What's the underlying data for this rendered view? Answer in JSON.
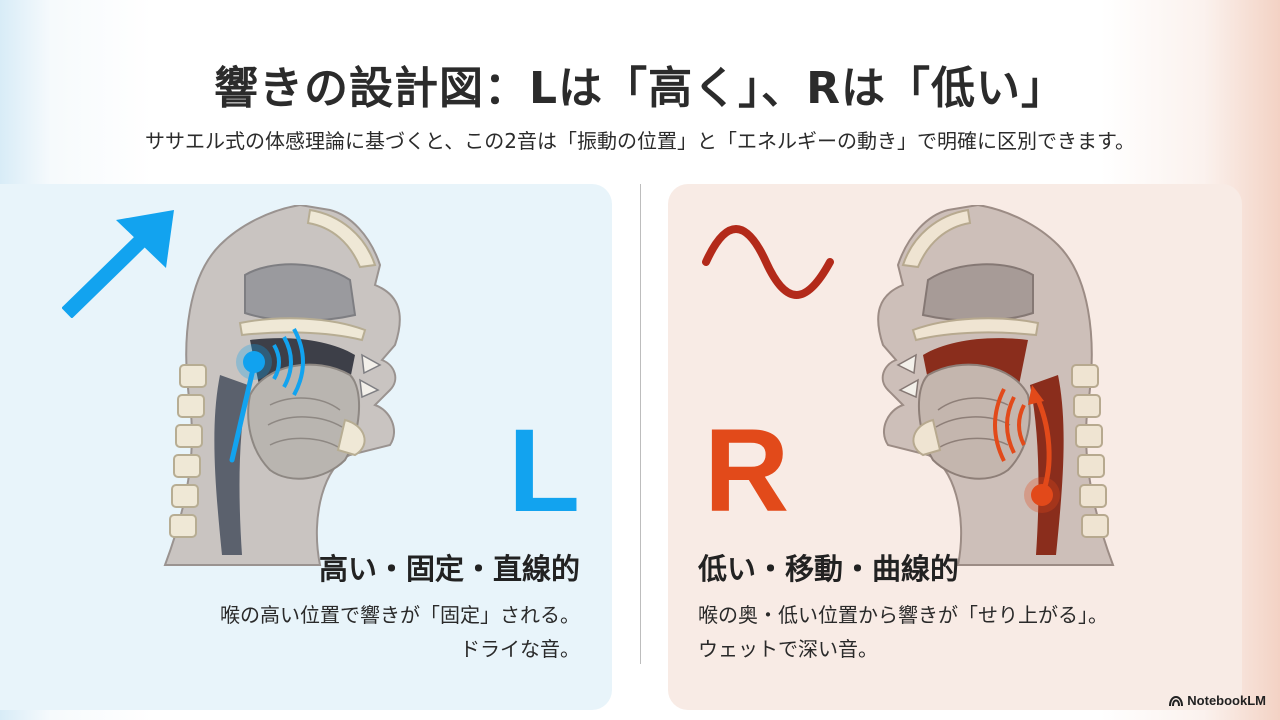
{
  "title": "響きの設計図：Lは「高く」、Rは「低い」",
  "subtitle": "ササエル式の体感理論に基づくと、この2音は「振動の位置」と「エネルギーの動き」で明確に区別できます。",
  "left": {
    "letter": "L",
    "heading": "高い・固定・直線的",
    "desc_line1": "喉の高い位置で響きが「固定」される。",
    "desc_line2": "ドライな音。",
    "accent_color": "#12a3ef"
  },
  "right": {
    "letter": "R",
    "heading": "低い・移動・曲線的",
    "desc_line1": "喉の奥・低い位置から響きが「せり上がる」。",
    "desc_line2": "ウェットで深い音。",
    "accent_color": "#e24a1a"
  },
  "brand": "NotebookLM"
}
